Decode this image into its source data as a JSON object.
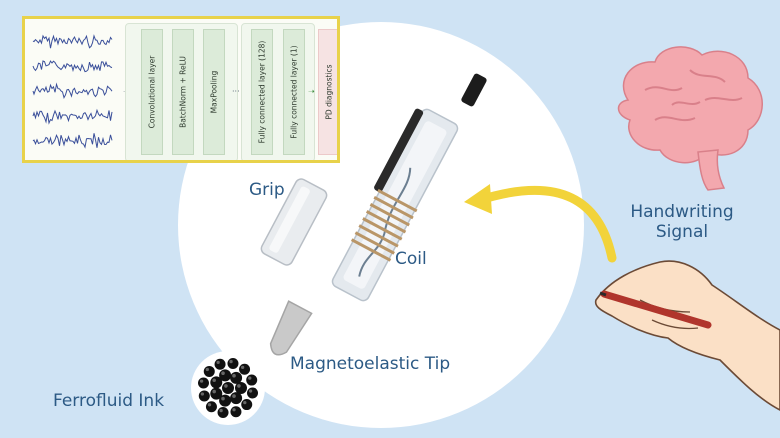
{
  "labels": {
    "grip": "Grip",
    "coil": "Coil",
    "tip": "Magnetoelastic Tip",
    "ink": "Ferrofluid Ink",
    "handwriting": "Handwriting Signal"
  },
  "cnn": {
    "layers": [
      "Convolutional layer",
      "BatchNorm + ReLU",
      "MaxPooling",
      "Fully connected layer (128)",
      "Fully connected layer (1)",
      "PD diagnostics"
    ],
    "signal_count": 5
  },
  "colors": {
    "background": "#cfe3f4",
    "label": "#2c5a85",
    "arrow": "#f2d33a",
    "brain": "#f3a8ae",
    "panel_border": "#e8d24a",
    "signal": "#3a4f9a"
  }
}
